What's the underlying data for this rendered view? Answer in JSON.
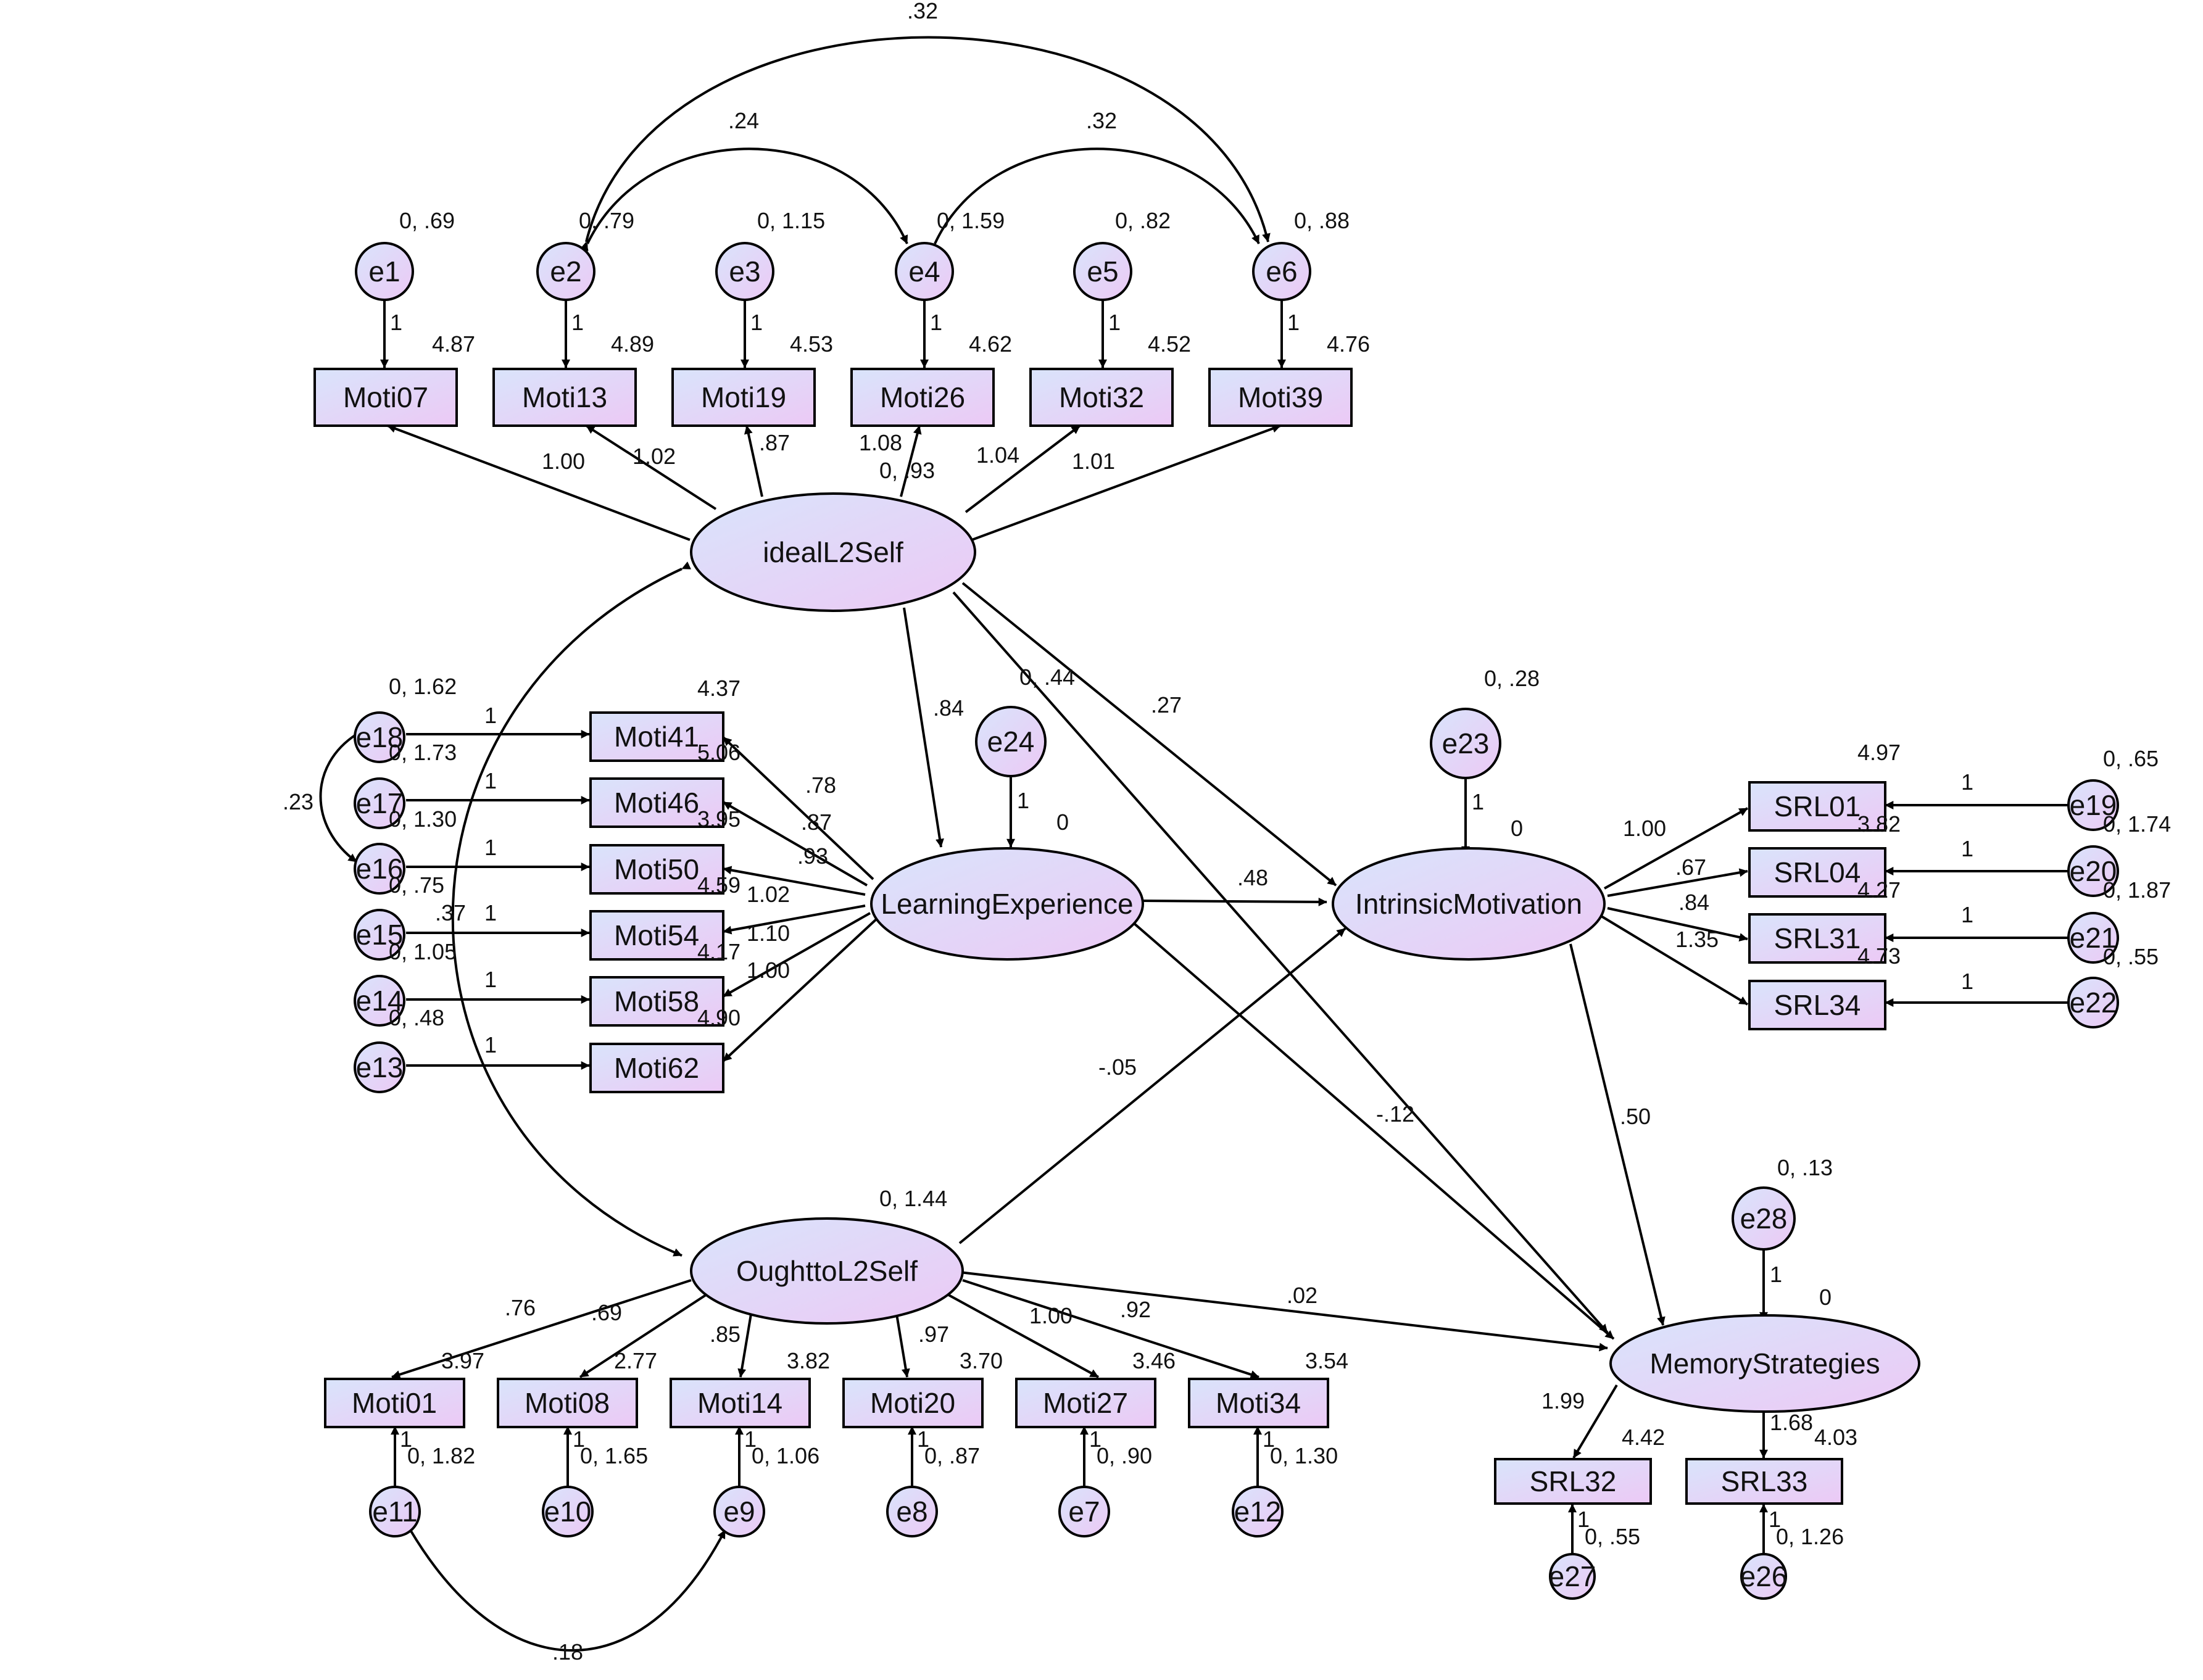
{
  "colors": {
    "node_grad_start": "#d9e4fb",
    "node_grad_end": "#ecc9f5",
    "stroke": "#000000",
    "background": "#ffffff"
  },
  "nodes": {
    "Moti07": "Moti07",
    "Moti13": "Moti13",
    "Moti19": "Moti19",
    "Moti26": "Moti26",
    "Moti32": "Moti32",
    "Moti39": "Moti39",
    "Moti41": "Moti41",
    "Moti46": "Moti46",
    "Moti50": "Moti50",
    "Moti54": "Moti54",
    "Moti58": "Moti58",
    "Moti62": "Moti62",
    "Moti01": "Moti01",
    "Moti08": "Moti08",
    "Moti14": "Moti14",
    "Moti20": "Moti20",
    "Moti27": "Moti27",
    "Moti34": "Moti34",
    "SRL01": "SRL01",
    "SRL04": "SRL04",
    "SRL31": "SRL31",
    "SRL34": "SRL34",
    "SRL32": "SRL32",
    "SRL33": "SRL33",
    "idealL2Self": "idealL2Self",
    "LearningExperience": "LearningExperience",
    "IntrinsicMotivation": "IntrinsicMotivation",
    "OughttoL2Self": "OughttoL2Self",
    "MemoryStrategies": "MemoryStrategies",
    "e1": "e1",
    "e2": "e2",
    "e3": "e3",
    "e4": "e4",
    "e5": "e5",
    "e6": "e6",
    "e7": "e7",
    "e8": "e8",
    "e9": "e9",
    "e10": "e10",
    "e11": "e11",
    "e12": "e12",
    "e13": "e13",
    "e14": "e14",
    "e15": "e15",
    "e16": "e16",
    "e17": "e17",
    "e18": "e18",
    "e19": "e19",
    "e20": "e20",
    "e21": "e21",
    "e22": "e22",
    "e23": "e23",
    "e24": "e24",
    "e26": "e26",
    "e27": "e27",
    "e28": "e28"
  },
  "labels": [
    ".32",
    ".24",
    ".32",
    "0, .69",
    "0, .79",
    "0, 1.15",
    "0, 1.59",
    "0, .82",
    "0, .88",
    "1",
    "1",
    "1",
    "1",
    "1",
    "1",
    "4.87",
    "4.89",
    "4.53",
    "4.62",
    "4.52",
    "4.76",
    "1.00",
    "1.02",
    ".87",
    "1.08",
    "0, .93",
    "1.04",
    "1.01",
    "0, 1.62",
    "0, 1.73",
    "0, 1.30",
    "0, .75",
    "0, 1.05",
    "0, .48",
    "1",
    "1",
    "1",
    "1",
    "1",
    "1",
    ".37",
    ".23",
    "4.37",
    "5.06",
    "3.95",
    "4.59",
    "4.17",
    "4.90",
    ".78",
    ".87",
    ".93",
    "1.02",
    "1.10",
    "1.00",
    ".84",
    "0, .44",
    ".27",
    "1",
    "0",
    ".48",
    "0, .28",
    "1",
    "0",
    "4.97",
    "0, .65",
    "0, 1.74",
    "0, 1.87",
    "0, .55",
    "1",
    "1",
    "1",
    "1",
    "1.00",
    ".67",
    ".84",
    "1.35",
    "3.82",
    "4.27",
    "4.73",
    ".50",
    "-.05",
    "-.12",
    "0, 1.44",
    ".02",
    ".76",
    ".69",
    ".85",
    ".97",
    "1.00",
    ".92",
    "3.97",
    "2.77",
    "3.82",
    "3.70",
    "3.46",
    "3.54",
    "0, 1.82",
    "0, 1.65",
    "0, 1.06",
    "0, .87",
    "0, .90",
    "0, 1.30",
    "1",
    "1",
    "1",
    "1",
    "1",
    "1",
    ".18",
    "0, .13",
    "1",
    "0",
    "1.99",
    "4.42",
    "1.68",
    "4.03",
    "1",
    "1",
    "0, .55",
    "0, 1.26"
  ]
}
